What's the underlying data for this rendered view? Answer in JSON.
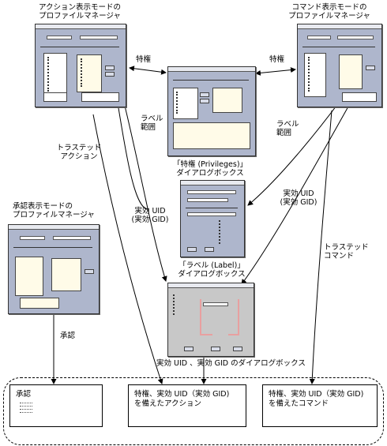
{
  "labels": {
    "pm_action": [
      "アクション表示モードの",
      "プロファイルマネージャ"
    ],
    "pm_command": [
      "コマンド表示モードの",
      "プロファイルマネージャ"
    ],
    "pm_approve": [
      "承認表示モードの",
      "プロファイルマネージャ"
    ],
    "privilege_left": "特権",
    "privilege_right": "特権",
    "label_range_left": [
      "ラベル",
      "範囲"
    ],
    "label_range_right": [
      "ラベル",
      "範囲"
    ],
    "trusted_action": [
      "トラステッド",
      "アクション"
    ],
    "privileges_dialog": [
      "「特権 (Privileges)」",
      "ダイアログボックス"
    ],
    "uid_gid_left": [
      "実効 UID",
      "(実効 GID)"
    ],
    "uid_gid_right": [
      "実効 UID",
      "(実効 GID)"
    ],
    "trusted_command": [
      "トラステッド",
      "コマンド"
    ],
    "label_dialog": [
      "「ラベル (Label)」",
      "ダイアログボックス"
    ],
    "approve": "承認",
    "uid_gid_dialog": "実効 UID 、実効 GID のダイアログボックス"
  },
  "results": {
    "approve": "承認",
    "action": [
      "特権、実効 UID（実効 GID)",
      "を備えたアクション"
    ],
    "command": [
      "特権、実効 UID（実効 GID)",
      "を備えたコマンド"
    ]
  }
}
